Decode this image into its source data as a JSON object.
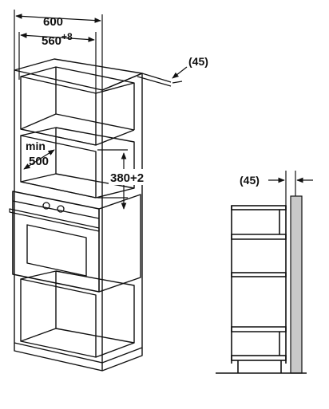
{
  "dimensions": {
    "overall_width": "600",
    "niche_width_base": "560",
    "niche_width_tolerance": "+8",
    "rear_gap_main": "(45)",
    "min_label": "min",
    "min_depth": "500",
    "niche_height": "380+2",
    "rear_gap_side": "(45)"
  },
  "colors": {
    "line": "#111111",
    "wall": "#c8c8c8",
    "background": "#ffffff"
  }
}
